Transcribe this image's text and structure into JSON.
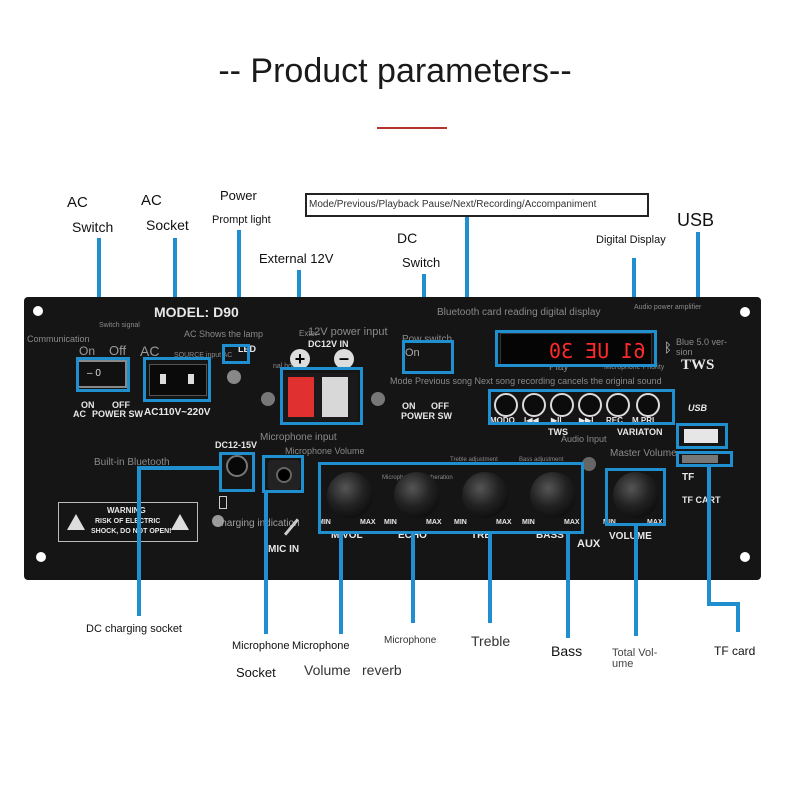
{
  "title": "-- Product parameters--",
  "callouts": {
    "ac_switch": [
      "AC",
      "Switch"
    ],
    "ac_socket": [
      "AC",
      "Socket"
    ],
    "power_prompt": [
      "Power",
      "Prompt light"
    ],
    "external_12v": "External 12V",
    "dc_switch": [
      "DC",
      "Switch"
    ],
    "mode_box": "Mode/Previous/Playback Pause/Next/Recording/Accompaniment",
    "digital_display": "Digital Display",
    "usb": "USB",
    "dc_charging_socket": "DC charging socket",
    "microphone_socket": [
      "Microphone",
      "Socket"
    ],
    "microphone_volume": [
      "Microphone",
      "Volume"
    ],
    "microphone_reverb": [
      "Microphone",
      "reverb"
    ],
    "treble": "Treble",
    "bass": "Bass",
    "total_volume": [
      "Total Vol-",
      "ume"
    ],
    "tf_card": "TF card"
  },
  "panel": {
    "model": "MODEL: D90",
    "on": "On",
    "off": "Off",
    "ac_panel": "AC",
    "ac_power_sw": [
      "AC",
      "POWER SW"
    ],
    "ac_voltage": "AC110V~220V",
    "led": "LED",
    "dc12v_in": "DC12V IN",
    "dc_on_off": [
      "ON",
      "OFF"
    ],
    "power_sw": "POWER SW",
    "dc_power_on": "On",
    "dc12_15v": "DC12-15V",
    "warning": [
      "WARNING",
      "RISK OF ELECTRIC",
      "SHOCK, DO NOT OPEN!"
    ],
    "mic_in": "MIC IN",
    "buttons": [
      "MODO",
      "I◀◀",
      "▶II",
      "▶▶I",
      "REC",
      "M.PRI"
    ],
    "tws": "TWS",
    "variaton": "VARIATON",
    "tws_logo": "TWS",
    "knob_labels": [
      "M.VOL",
      "ECHO",
      "TRE",
      "BASS"
    ],
    "aux": "AUX",
    "volume": "VOLUME",
    "tf": "TF",
    "tf_cart": "TF CART",
    "min": "MIN",
    "max": "MAX",
    "lcd": "61 UE 30",
    "usb_logo": "USB"
  },
  "ghost_text": {
    "communication": "Communication",
    "switch_small": "Switch signal",
    "ac_shows_lamp": "AC Shows the lamp",
    "source_input": "SOURCE input AC",
    "extern": "Exter-",
    "power_input": "12V power input",
    "nal": "nal hole",
    "pow_switch": "Pow switch",
    "bt_reading": "Bluetooth card reading digital display",
    "audio_amp": "Audio power amplifier",
    "blue_ver": "Blue 5.0 ver-sion",
    "play": "Play",
    "mic_priority": "Microphone Priority",
    "mode_hint": "Mode Previous song Next song recording cancels the original sound",
    "audio_input": "Audio Input",
    "mic_input": "Microphone input",
    "mic_volume": "Microphone Volume",
    "built_in_bt": "Built-in Bluetooth",
    "master_volume": "Master Volume",
    "treble_adj": "Treble adjustment",
    "bass_adj": "Bass adjustment",
    "mic_reverb": "Microphone Reverberation",
    "charging": "Charging indication"
  }
}
